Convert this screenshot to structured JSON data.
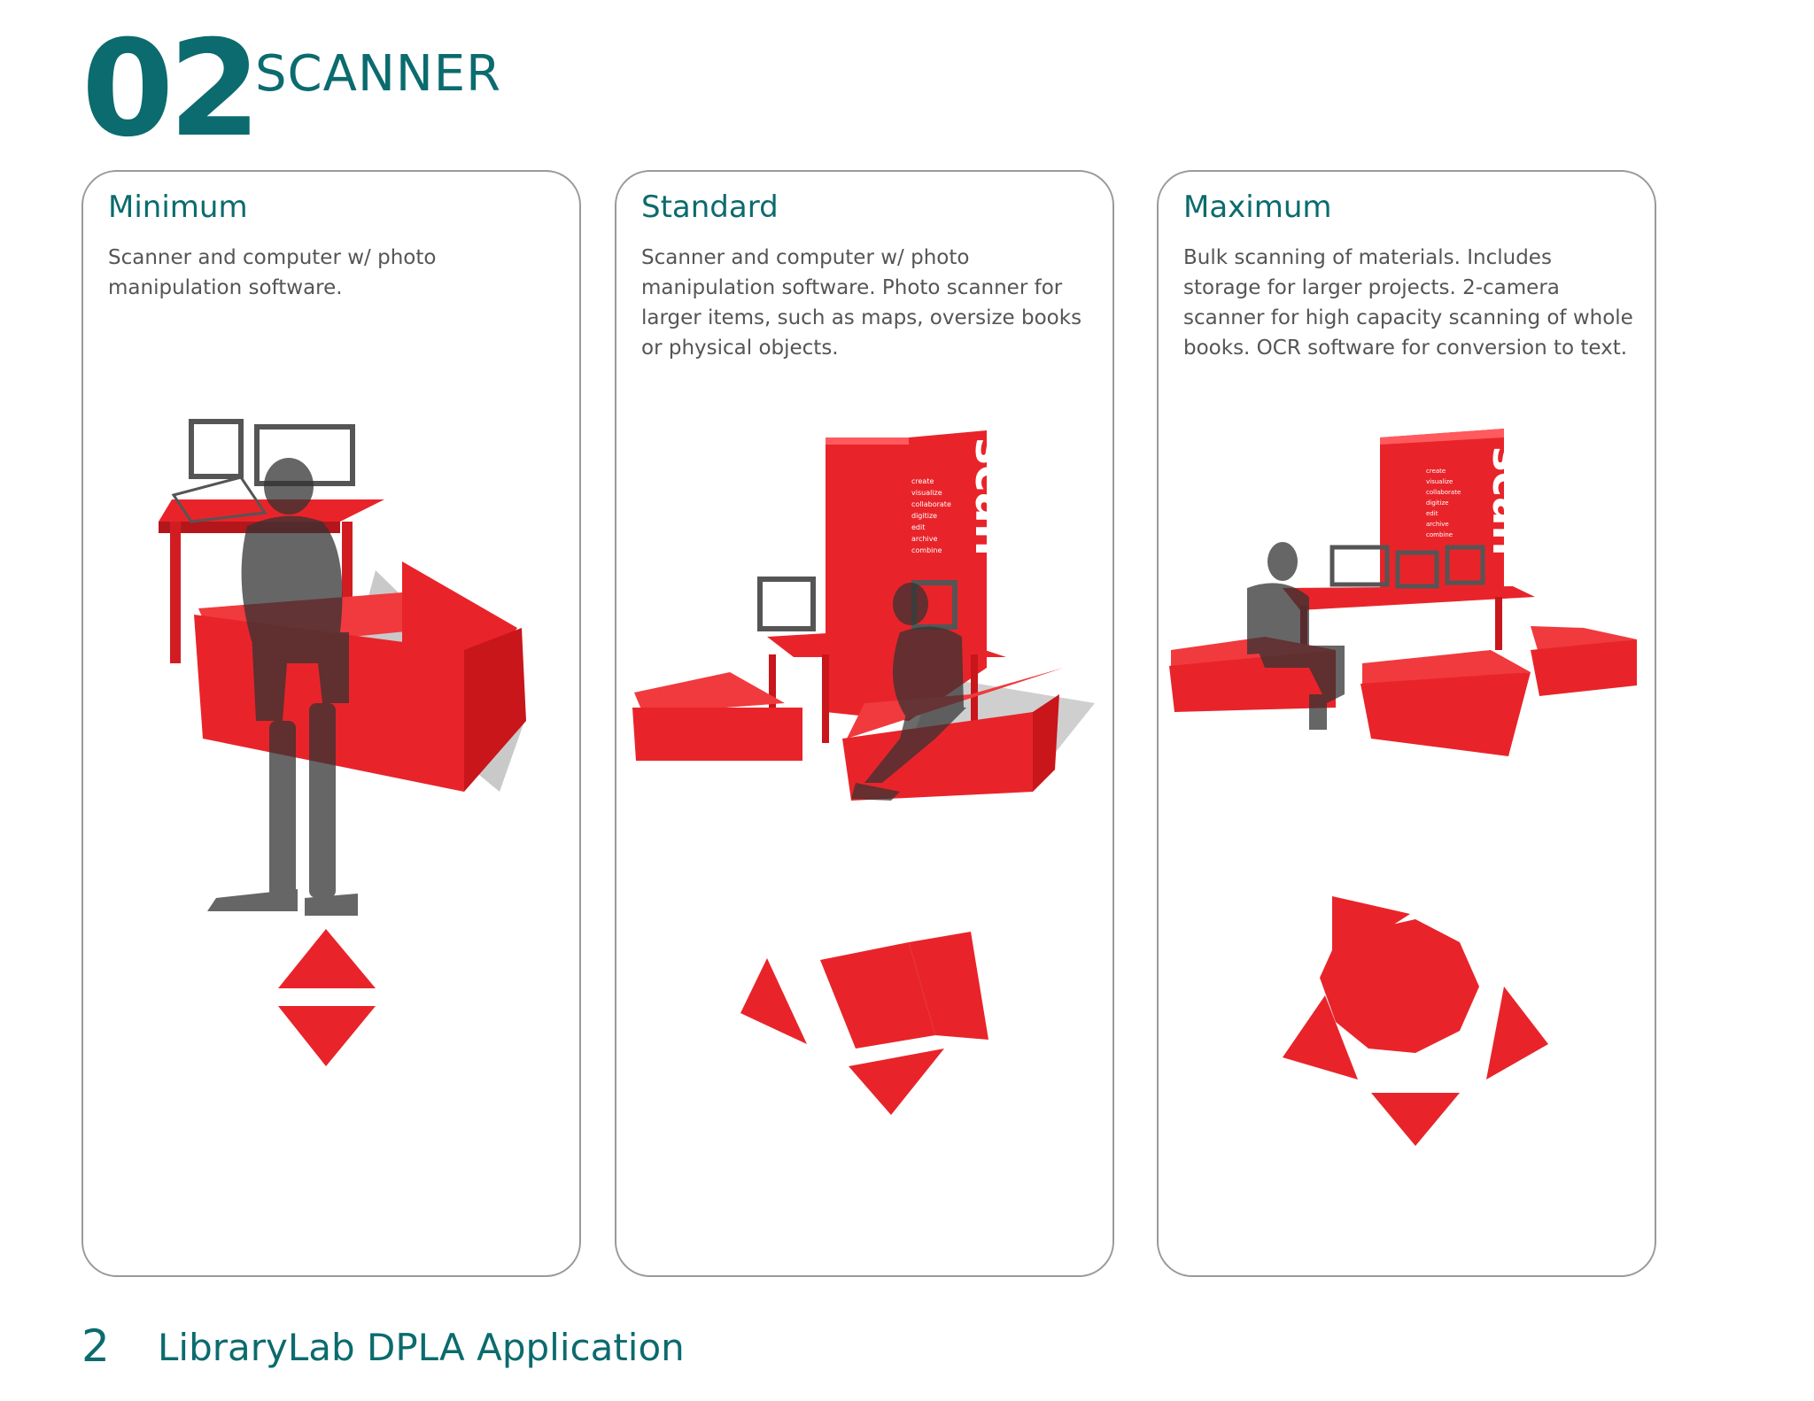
{
  "header": {
    "number": "02",
    "title": "SCANNER"
  },
  "panels": [
    {
      "title": "Minimum",
      "description": "Scanner and computer w/ photo manipulation software."
    },
    {
      "title": "Standard",
      "description": "Scanner and computer w/ photo manipulation software. Photo scanner for larger items, such as maps, oversize books or physical objects."
    },
    {
      "title": "Maximum",
      "description": "Bulk scanning of materials. Includes storage for larger projects. 2-camera scanner for high capacity scanning of whole books. OCR software for conversion to text."
    }
  ],
  "signage": {
    "word": "scan",
    "list": [
      "create",
      "visualize",
      "collaborate",
      "digitize",
      "edit",
      "archive",
      "combine"
    ]
  },
  "footer": {
    "page_number": "2",
    "document_title": "LibraryLab DPLA Application"
  },
  "colors": {
    "accent": "#0b6b6e",
    "furniture": "#e8242a",
    "border": "#9a9a9a",
    "silhouette": "#333333"
  }
}
